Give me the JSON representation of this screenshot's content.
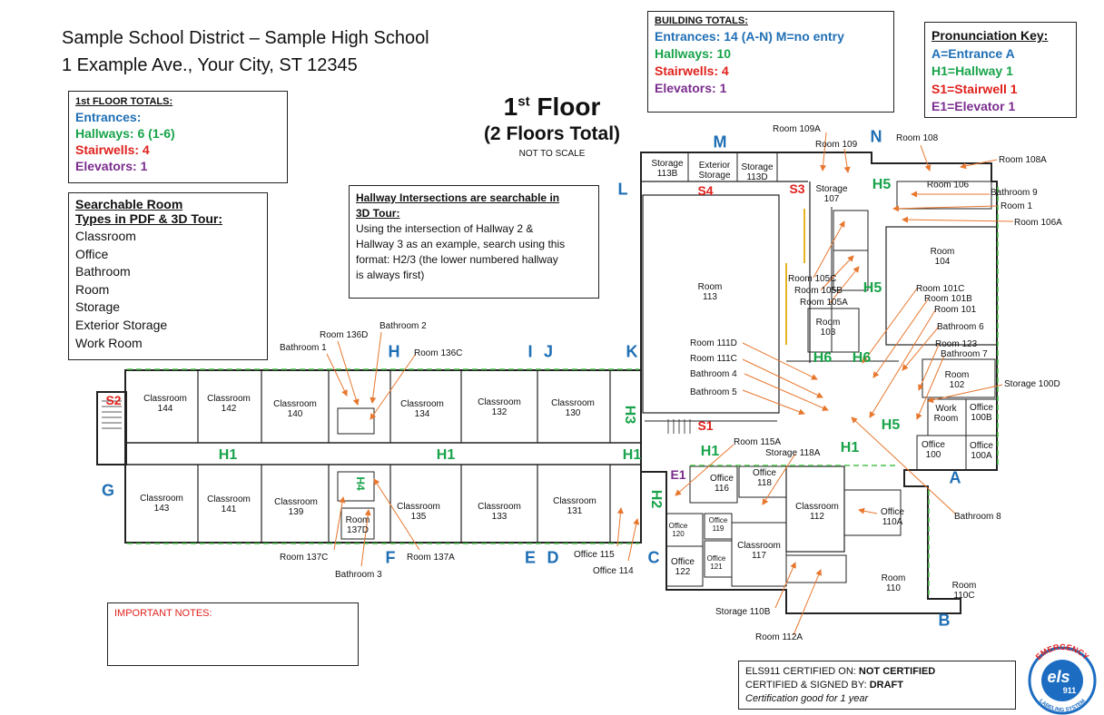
{
  "header": {
    "line1": "Sample School District – Sample High School",
    "line2": "1 Example Ave., Your City, ST 12345"
  },
  "floor_totals": {
    "title": "1st FLOOR TOTALS:",
    "entrances": "Entrances:",
    "hallways": "Hallways: 6 (1-6)",
    "stairwells": "Stairwells: 4",
    "elevators": "Elevators: 1"
  },
  "room_types": {
    "title_line1": "Searchable Room",
    "title_line2": "Types in PDF & 3D Tour:",
    "items": [
      "Classroom",
      "Office",
      "Bathroom",
      "Room",
      "Storage",
      "Exterior Storage",
      "Work Room"
    ]
  },
  "intersections": {
    "title_line1": "Hallway Intersections are searchable in",
    "title_line2": "3D Tour:",
    "body_lines": [
      "Using the intersection of Hallway 2 &",
      "Hallway 3 as an example, search using this",
      "format: H2/3 (the lower numbered hallway",
      "is always first)"
    ]
  },
  "floor_title": {
    "prefix": "1",
    "sup": "st",
    "suffix": " Floor",
    "subtitle": "(2 Floors Total)",
    "note": "NOT TO SCALE"
  },
  "building_totals": {
    "title": "BUILDING TOTALS:",
    "entrances": "Entrances: 14 (A-N) M=no entry",
    "hallways": "Hallways: 10",
    "stairwells": "Stairwells: 4",
    "elevators": "Elevators: 1"
  },
  "pronunciation": {
    "title": "Pronunciation Key:",
    "entrance": "A=Entrance A",
    "hallway": "H1=Hallway 1",
    "stairwell": "S1=Stairwell 1",
    "elevator": "E1=Elevator 1"
  },
  "notes": {
    "title": "IMPORTANT NOTES:"
  },
  "certification": {
    "line1_label": "ELS911 CERTIFIED ON: ",
    "line1_value": "NOT CERTIFIED",
    "line2_label": "CERTIFIED & SIGNED BY: ",
    "line2_value": "DRAFT",
    "line3": "Certification good for 1 year"
  },
  "logo": {
    "main": "els",
    "num": "911",
    "ring_top": "EMERGENCY",
    "ring_bottom": "LABELING SYSTEM"
  },
  "rooms": {
    "c144": "Classroom\n144",
    "c142": "Classroom\n142",
    "c140": "Classroom\n140",
    "c134": "Classroom\n134",
    "c132": "Classroom\n132",
    "c130": "Classroom\n130",
    "c143": "Classroom\n143",
    "c141": "Classroom\n141",
    "c139": "Classroom\n139",
    "c135": "Classroom\n135",
    "c133": "Classroom\n133",
    "c131": "Classroom\n131",
    "r137d": "Room\n137D",
    "r113": "Room\n113",
    "r103": "Room\n103",
    "r104": "Room\n104",
    "r102": "Room\n102",
    "work": "Work\nRoom",
    "o100b": "Office\n100B",
    "o100": "Office\n100",
    "o100a": "Office\n100A",
    "o116": "Office\n116",
    "o118": "Office\n118",
    "c112": "Classroom\n112",
    "o110a": "Office\n110A",
    "o120": "Office\n120",
    "o119": "Office\n119",
    "o121": "Office\n121",
    "o122": "Office\n122",
    "c117": "Classroom\n117",
    "r110": "Room\n110",
    "r110c": "Room\n110C",
    "s113b": "Storage\n113B",
    "ext": "Exterior\nStorage",
    "s113d": "Storage\n113D",
    "s107": "Storage\n107",
    "r106": "Room 106"
  },
  "callouts": {
    "room_136d": "Room 136D",
    "bathroom_2": "Bathroom 2",
    "bathroom_1": "Bathroom 1",
    "room_136c": "Room 136C",
    "room_137c": "Room 137C",
    "bathroom_3": "Bathroom 3",
    "room_137a": "Room 137A",
    "office_115": "Office 115",
    "office_114": "Office 114",
    "room_109a": "Room 109A",
    "room_109": "Room 109",
    "room_108": "Room 108",
    "room_108a": "Room 108A",
    "bathroom_9": "Bathroom 9",
    "room_1": "Room 1",
    "room_106a": "Room 106A",
    "room_105c": "Room 105C",
    "room_105b": "Room 105B",
    "room_105a": "Room 105A",
    "room_101c": "Room 101C",
    "room_101b": "Room 101B",
    "room_101": "Room 101",
    "bathroom_6": "Bathroom 6",
    "room_123": "Room 123",
    "bathroom_7": "Bathroom 7",
    "storage_100d": "Storage 100D",
    "room_111d": "Room 111D",
    "room_111c": "Room 111C",
    "bathroom_4": "Bathroom 4",
    "bathroom_5": "Bathroom 5",
    "room_115a": "Room 115A",
    "storage_118a": "Storage 118A",
    "bathroom_8": "Bathroom 8",
    "storage_110b": "Storage 110B",
    "room_112a": "Room 112A"
  },
  "entrances": [
    "A",
    "B",
    "C",
    "D",
    "E",
    "F",
    "G",
    "I",
    "J",
    "K",
    "L",
    "M",
    "N"
  ],
  "hallways": {
    "h1a": "H1",
    "h1b": "H1",
    "h1c": "H1",
    "h1d": "H1",
    "h1e": "H1",
    "h2": "H2",
    "h3": "H3",
    "h4": "H4",
    "h5a": "H5",
    "h5b": "H5",
    "h5c": "H5",
    "h6a": "H6",
    "h6b": "H6"
  },
  "stairwells": {
    "s1": "S1",
    "s2": "S2",
    "s3": "S3",
    "s4": "S4"
  },
  "elevators": {
    "e1": "E1"
  },
  "colors": {
    "entrance": "#1f6fb5",
    "hallway": "#18a34a",
    "stairwell": "#e0211c",
    "elevator": "#7b2d8e",
    "arrow": "#e8772e"
  }
}
